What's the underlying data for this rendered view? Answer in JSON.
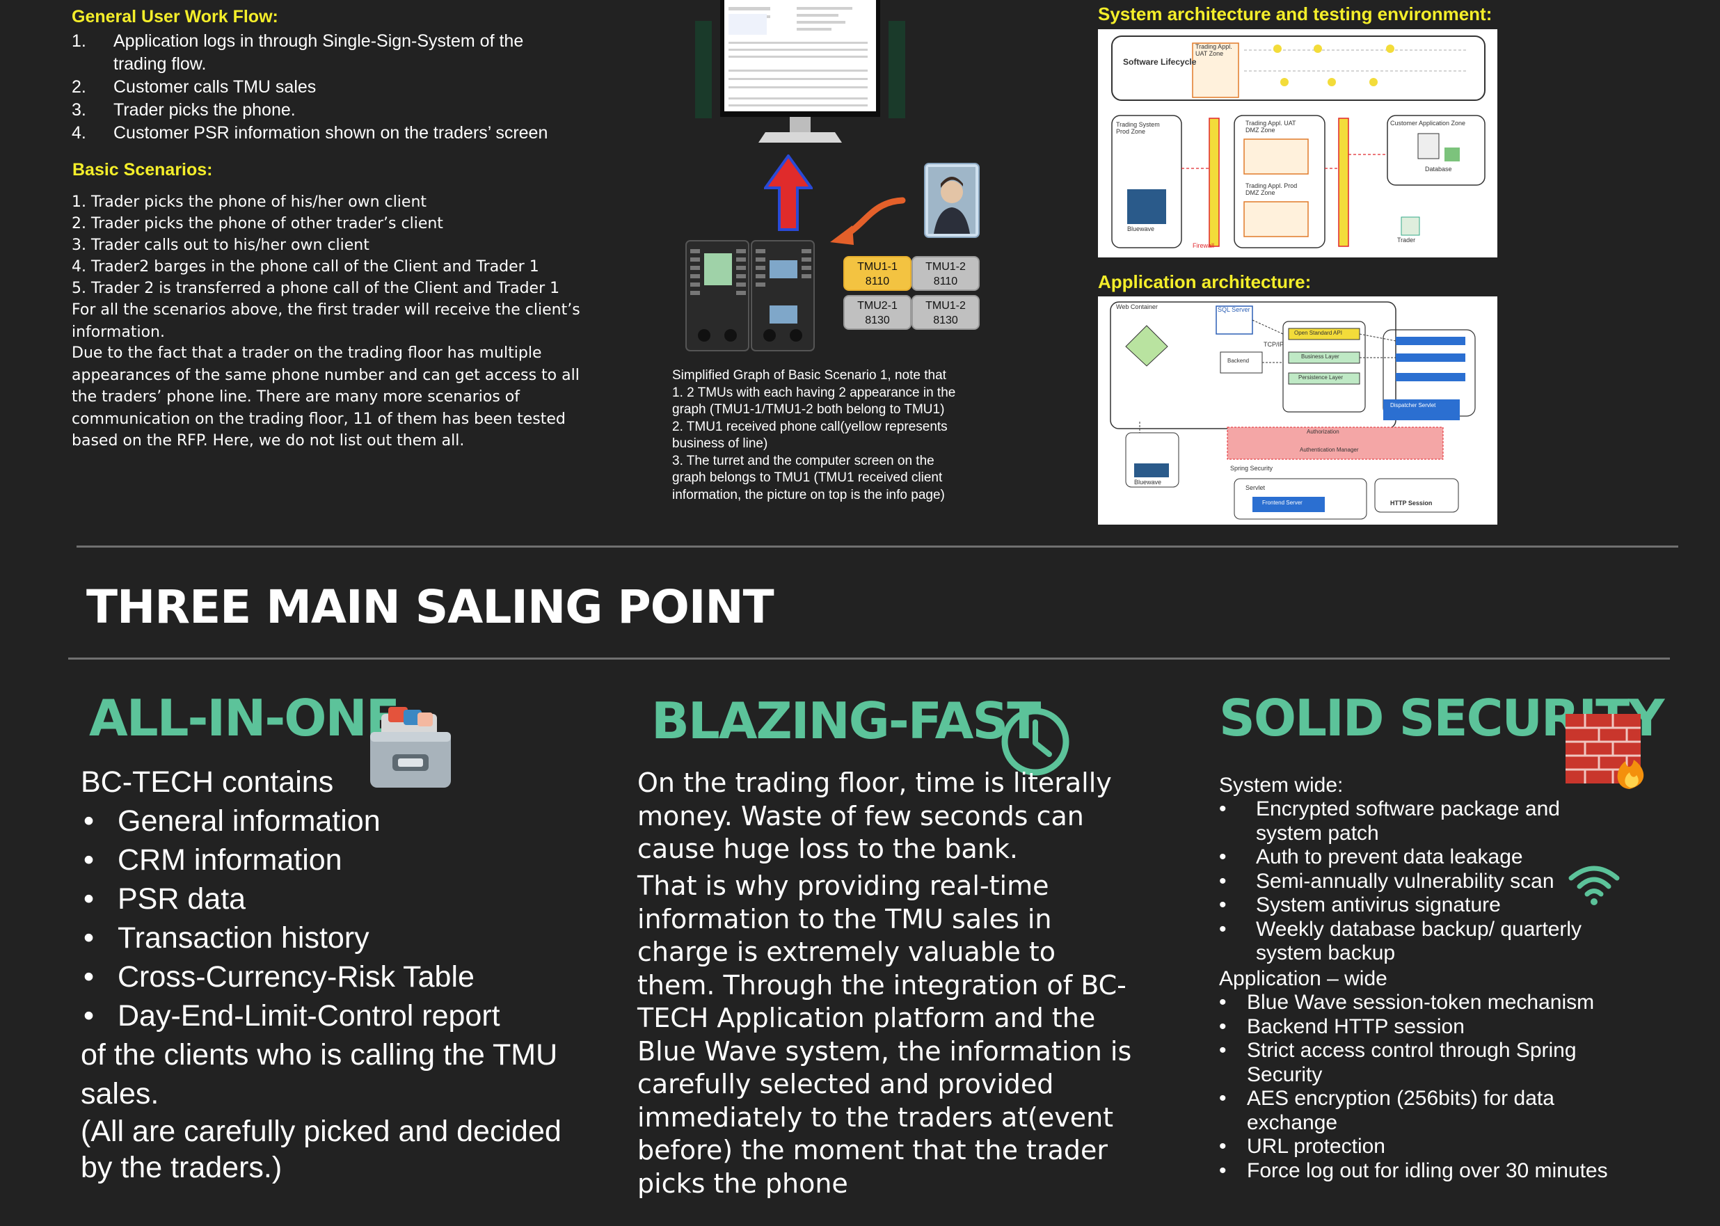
{
  "workflow": {
    "heading": "General User Work Flow:",
    "items": [
      {
        "num": "1.",
        "text": "Application logs in through Single-Sign-System of the trading flow."
      },
      {
        "num": "2.",
        "text": "Customer calls TMU sales"
      },
      {
        "num": "3.",
        "text": "Trader picks the phone."
      },
      {
        "num": "4.",
        "text": "Customer PSR information shown on the traders’ screen"
      }
    ]
  },
  "scenarios": {
    "heading": "Basic Scenarios:",
    "items": [
      "1.  Trader picks the phone of his/her own client",
      "2.  Trader picks the phone of other trader’s client",
      "3.  Trader calls out to his/her own client",
      "4.  Trader2 barges in the phone call of the Client and Trader 1",
      "5.  Trader 2 is transferred a phone call of the  Client and Trader 1"
    ],
    "note1": "For all the scenarios above, the first trader will receive the client’s information.",
    "note2": "Due to the fact that a trader on the trading floor has multiple appearances of the same phone number and can get access to all the traders’ phone line. There are many more scenarios of communication on the trading floor, 11 of them has been tested based on the RFP. Here, we do not list out them all."
  },
  "graph": {
    "tmu": [
      {
        "label": "TMU1-1",
        "ext": "8110"
      },
      {
        "label": "TMU1-2",
        "ext": "8110"
      },
      {
        "label": "TMU2-1",
        "ext": "8130"
      },
      {
        "label": "TMU1-2",
        "ext": "8130"
      }
    ],
    "caption": [
      "Simplified Graph of Basic Scenario 1, note that",
      "1. 2 TMUs with each having 2 appearance in the",
      "graph (TMU1-1/TMU1-2 both belong to TMU1)",
      "2. TMU1 received phone call(yellow represents",
      "business of line)",
      "3. The turret and the computer screen on the",
      "graph belongs to TMU1 (TMU1 received client",
      "information, the picture on top is the info page)"
    ]
  },
  "sysarch": {
    "heading": "System architecture and testing environment:",
    "labels": [
      "Software Lifecycle",
      "Trading Appl. UAT Zone",
      "Trading System Prod Zone",
      "Trading Appl. UAT DMZ Zone",
      "Trading Appl. Prod DMZ Zone",
      "Customer Application Zone",
      "Database",
      "Bluewave",
      "Firewall",
      "Trader"
    ]
  },
  "apparch": {
    "heading": "Application architecture:",
    "labels": [
      "Web Container",
      "SQL Server",
      "TCP/IP",
      "Open Standard API",
      "Business Layer",
      "Persistence Layer",
      "Backend",
      "Dispatcher Servlet",
      "Authorization",
      "Authentication Manager",
      "Spring Security",
      "Servlet",
      "Frontend Server",
      "HTTP Session",
      "Bluewave"
    ]
  },
  "section": {
    "title": "THREE MAIN SALING POINT"
  },
  "allinone": {
    "title": "ALL-IN-ONE",
    "intro": "BC-TECH contains",
    "items": [
      "General information",
      "CRM information",
      "PSR data",
      "Transaction history",
      "Cross-Currency-Risk Table",
      "Day-End-Limit-Control report"
    ],
    "outro1": "of the clients who is calling the TMU sales.",
    "outro2": "(All are carefully picked and decided by the traders.)"
  },
  "fast": {
    "title": "BLAZING-FAST",
    "p1": "On the trading floor, time is literally money. Waste of few seconds can cause huge loss to the bank.",
    "p2": "That is why providing real-time information to the TMU sales in charge is extremely valuable to them. Through the integration of BC-TECH Application platform and the Blue Wave system, the information is carefully selected and provided immediately to the traders at(event before) the moment that the trader picks the phone"
  },
  "security": {
    "title": "SOLID SECURITY",
    "sys_heading": "System wide:",
    "sys_items": [
      "Encrypted software package and system patch",
      "Auth to prevent data leakage",
      "Semi-annually vulnerability scan",
      "System antivirus signature",
      "Weekly database backup/ quarterly system backup"
    ],
    "app_heading": "Application – wide",
    "app_items": [
      "Blue Wave session-token mechanism",
      "Backend HTTP session",
      "Strict access control through Spring Security",
      "AES encryption (256bits) for data exchange",
      "URL protection",
      "Force log out for idling over 30 minutes"
    ]
  },
  "icons": [
    "card-file-box-icon",
    "clock-icon",
    "brick-wall-fire-icon",
    "wifi-icon"
  ],
  "colors": {
    "background": "#222222",
    "heading_yellow": "#f4ee2a",
    "accent_green": "#5cc39a"
  }
}
